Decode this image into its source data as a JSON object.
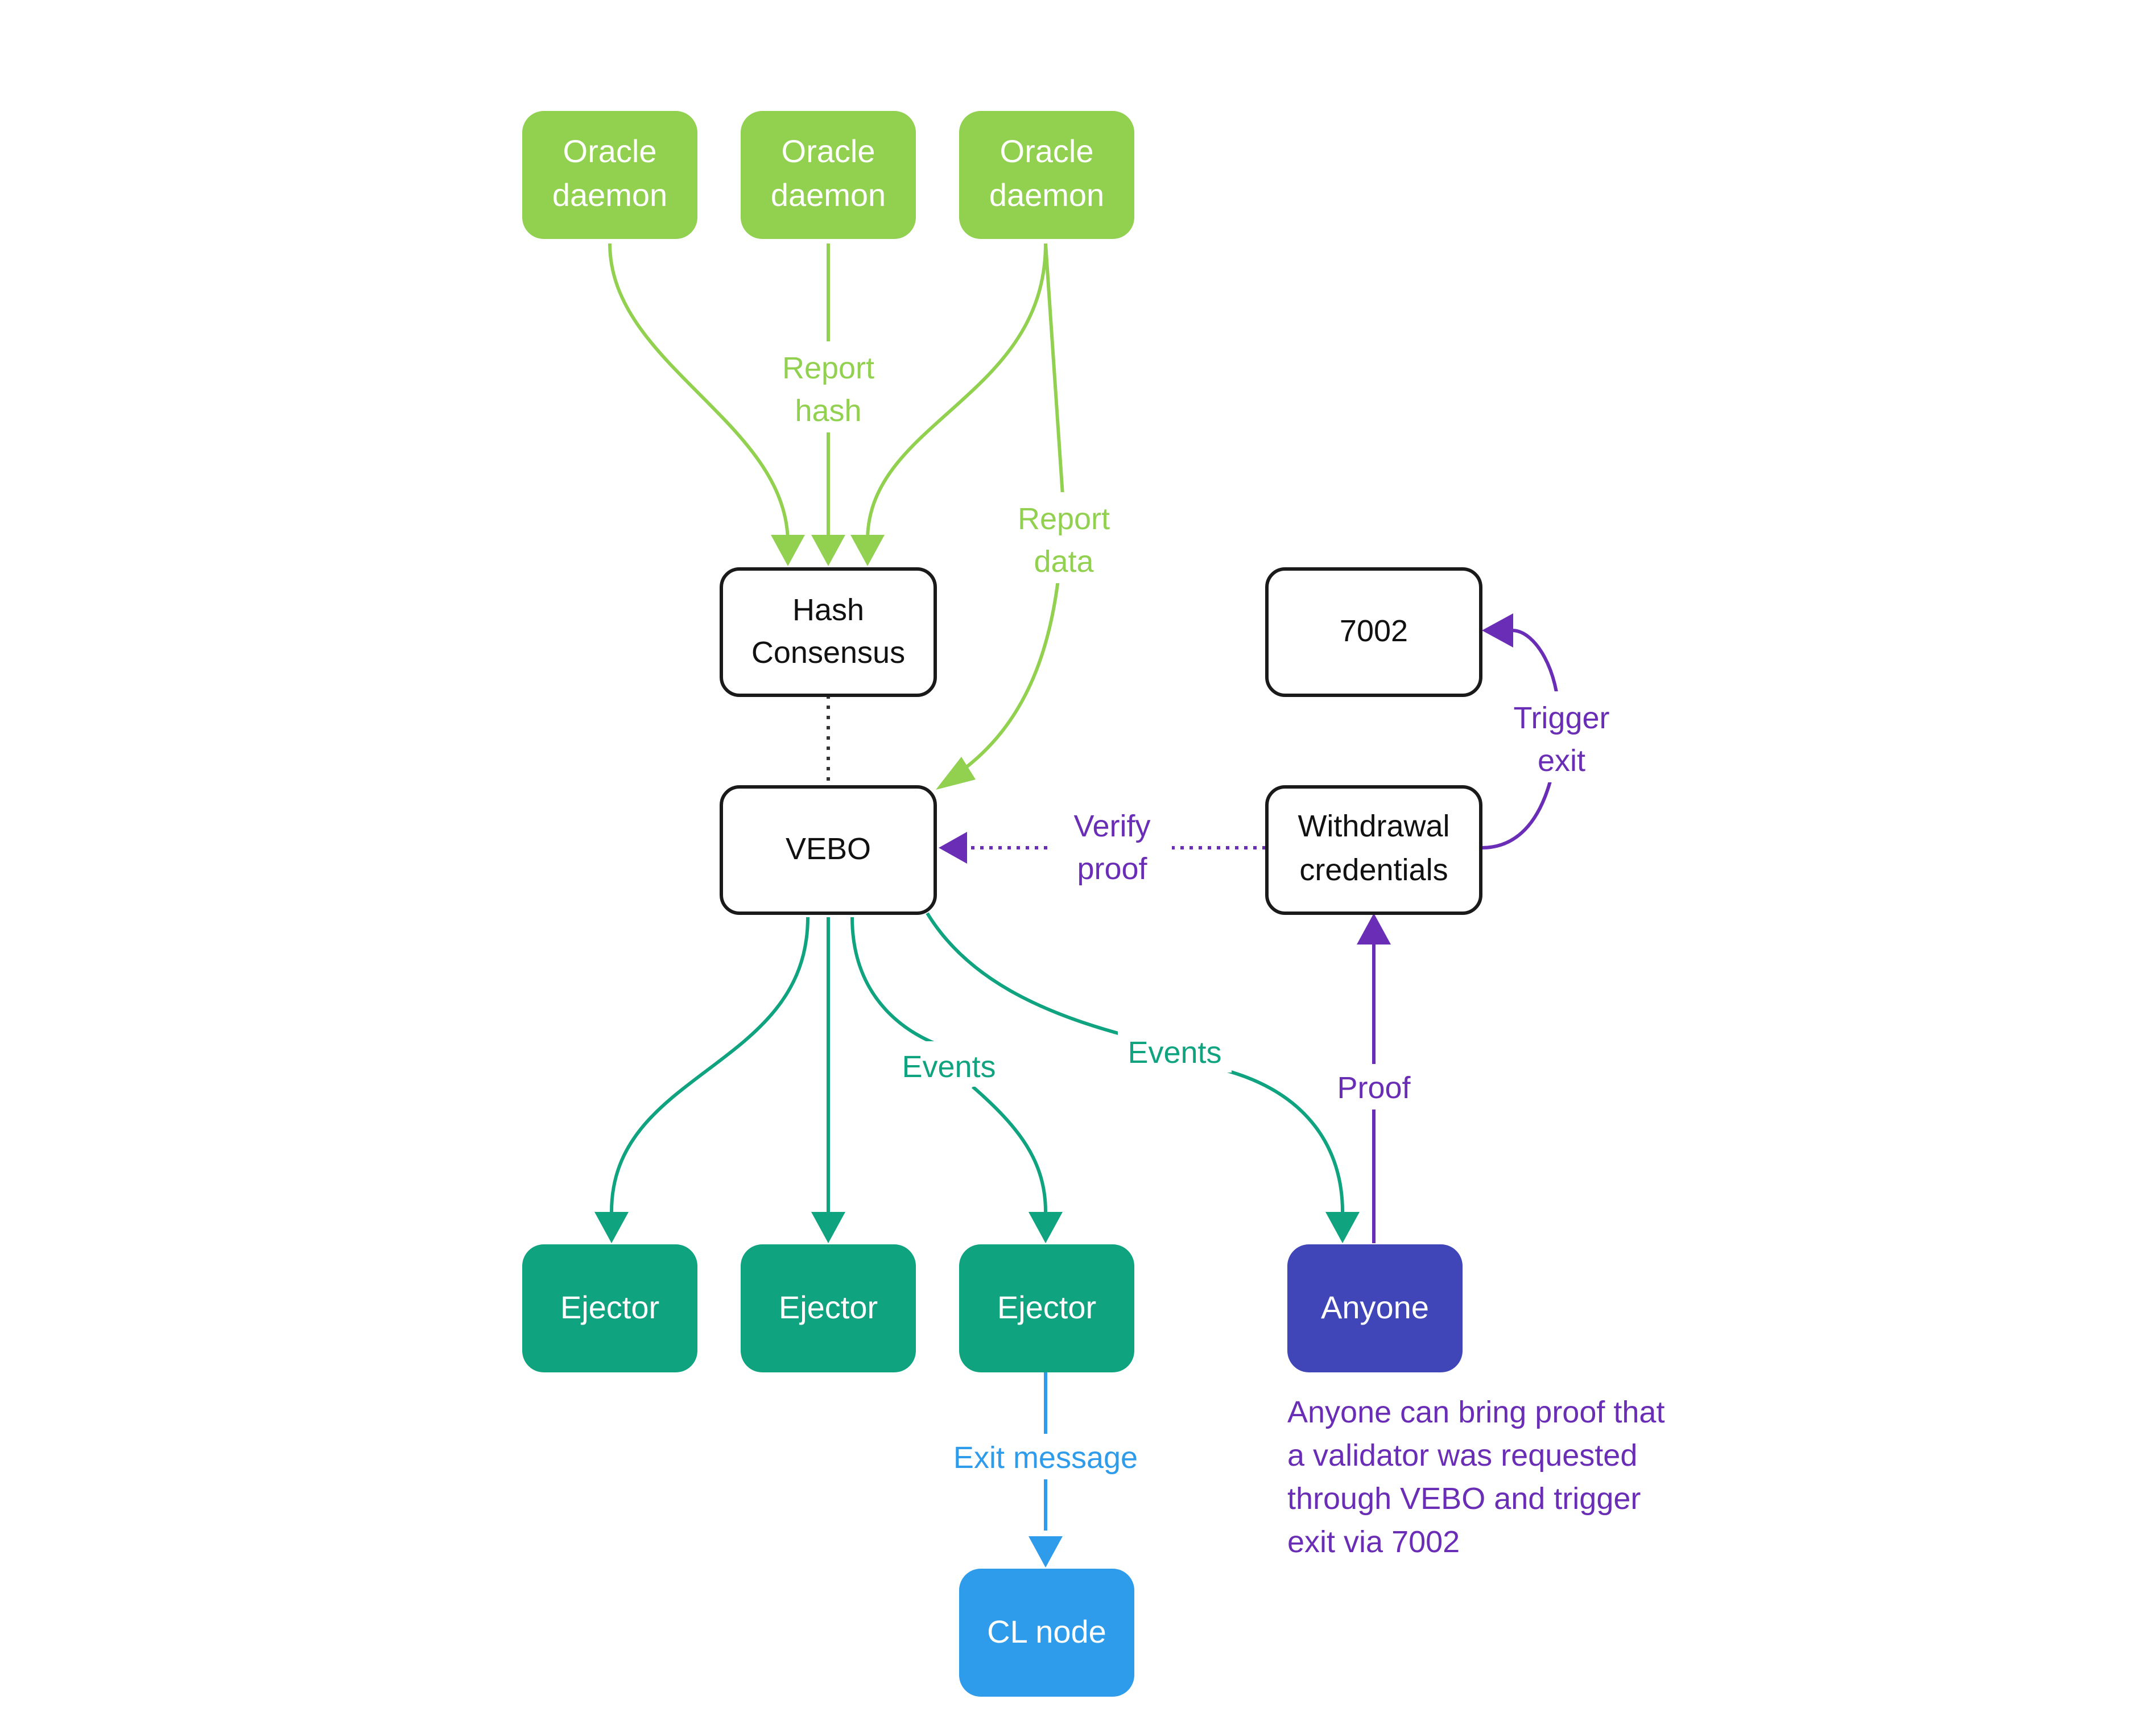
{
  "colors": {
    "oracle": "#92D050",
    "ejector": "#10A37F",
    "anyone": "#4046B8",
    "clnode": "#2E9BEB",
    "purple": "#6A2DB5",
    "lightblue": "#2E9BEB",
    "box_border": "#1a1a1a",
    "text_dark": "#111111",
    "dotted_gray": "#333333"
  },
  "nodes": {
    "oracle_1": {
      "line1": "Oracle",
      "line2": "daemon"
    },
    "oracle_2": {
      "line1": "Oracle",
      "line2": "daemon"
    },
    "oracle_3": {
      "line1": "Oracle",
      "line2": "daemon"
    },
    "hash_consensus": {
      "line1": "Hash",
      "line2": "Consensus"
    },
    "vebo": {
      "label": "VEBO"
    },
    "eip_7002": {
      "label": "7002"
    },
    "withdrawal_credentials": {
      "line1": "Withdrawal",
      "line2": "credentials"
    },
    "ejector_1": {
      "label": "Ejector"
    },
    "ejector_2": {
      "label": "Ejector"
    },
    "ejector_3": {
      "label": "Ejector"
    },
    "anyone": {
      "label": "Anyone"
    },
    "cl_node": {
      "label": "CL node"
    }
  },
  "edge_labels": {
    "report_hash": {
      "line1": "Report",
      "line2": "hash"
    },
    "report_data": {
      "line1": "Report",
      "line2": "data"
    },
    "verify_proof": {
      "line1": "Verify",
      "line2": "proof"
    },
    "trigger_exit": {
      "line1": "Trigger",
      "line2": "exit"
    },
    "events_left": {
      "label": "Events"
    },
    "events_right": {
      "label": "Events"
    },
    "proof": {
      "label": "Proof"
    },
    "exit_message": {
      "label": "Exit message"
    }
  },
  "note": {
    "lines": [
      "Anyone can bring proof that",
      "a validator was requested",
      "through VEBO and trigger",
      "exit via 7002"
    ]
  }
}
